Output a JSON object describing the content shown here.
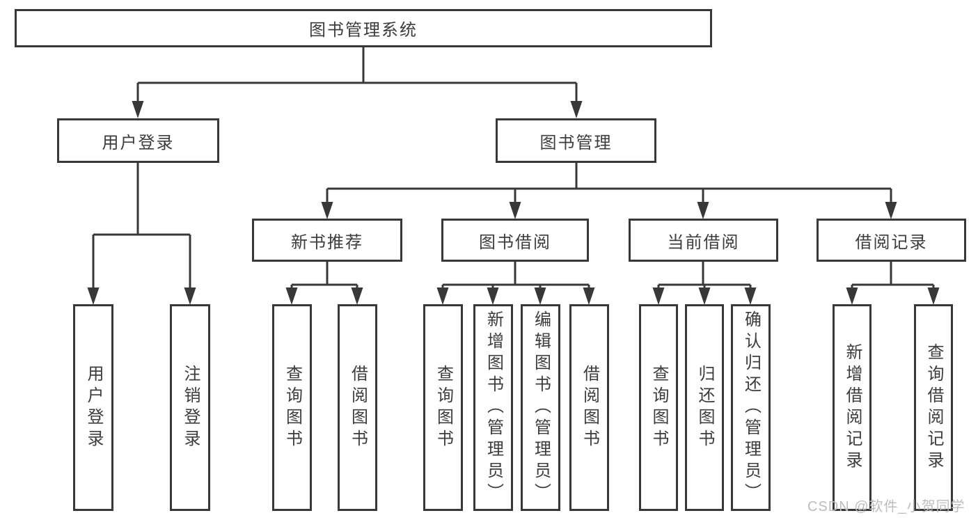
{
  "colors": {
    "line": "#383838",
    "text": "#3c3c3c",
    "box_fill": "#ffffff",
    "watermark": "#bdbdbd"
  },
  "diagram": {
    "root": {
      "label": "图书管理系统"
    },
    "branches": [
      {
        "label": "用户登录",
        "children": [
          {
            "label": "用户登录"
          },
          {
            "label": "注销登录"
          }
        ]
      },
      {
        "label": "图书管理",
        "children": [
          {
            "label": "新书推荐",
            "children": [
              {
                "label": "查询图书"
              },
              {
                "label": "借阅图书"
              }
            ]
          },
          {
            "label": "图书借阅",
            "children": [
              {
                "label": "查询图书"
              },
              {
                "label": "新增图书（管理员）"
              },
              {
                "label": "编辑图书（管理员）"
              },
              {
                "label": "借阅图书"
              }
            ]
          },
          {
            "label": "当前借阅",
            "children": [
              {
                "label": "查询图书"
              },
              {
                "label": "归还图书"
              },
              {
                "label": "确认归还（管理员）"
              }
            ]
          },
          {
            "label": "借阅记录",
            "children": [
              {
                "label": "新增借阅记录"
              },
              {
                "label": "查询借阅记录"
              }
            ]
          }
        ]
      }
    ]
  },
  "watermark": {
    "text": "CSDN @软件_小贺同学"
  }
}
